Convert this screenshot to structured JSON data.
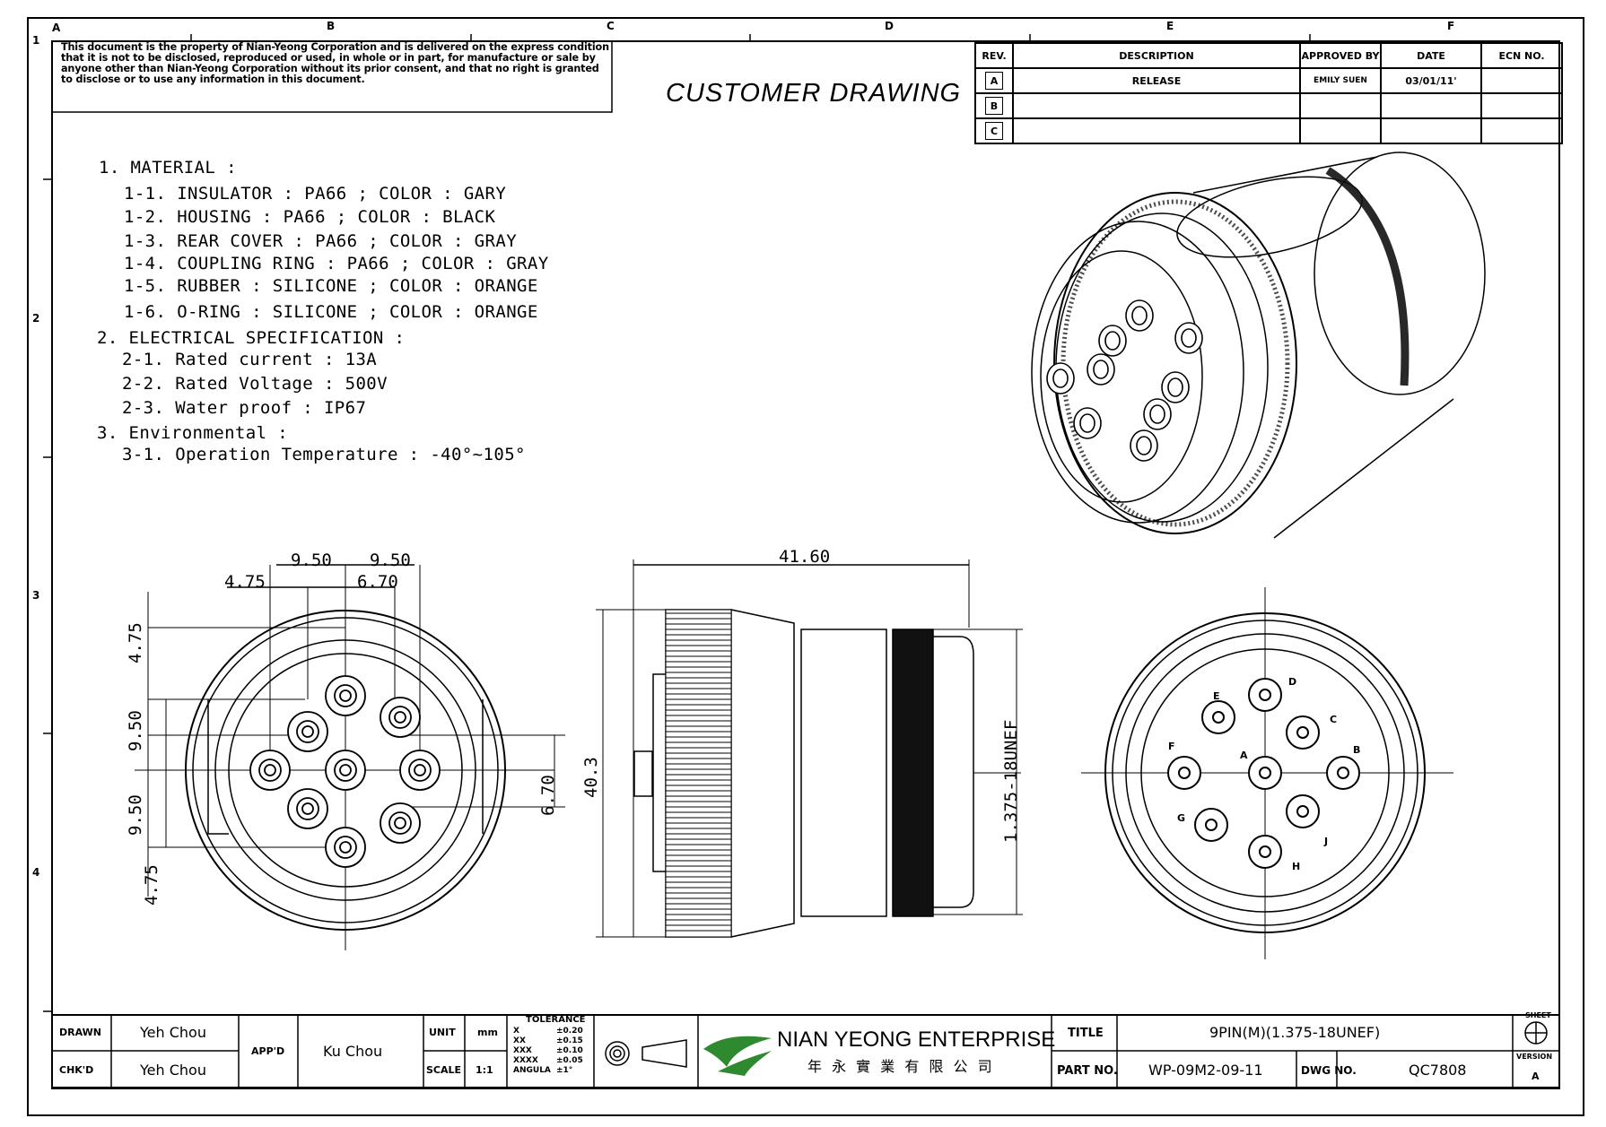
{
  "notice": "This document is the property of Nian-Yeong Corporation and is delivered on the express condition that it is not to be disclosed, reproduced or used, in whole or in part, for manufacture or sale by anyone other than Nian-Yeong Corporation without its prior consent, and that no right is granted to disclose or to use any information in this document.",
  "drawing_title": "CUSTOMER DRAWING",
  "zones": {
    "cols": [
      "A",
      "B",
      "C",
      "D",
      "E",
      "F"
    ],
    "rows": [
      "1",
      "2",
      "3",
      "4"
    ]
  },
  "revision_table": {
    "headers": [
      "REV.",
      "DESCRIPTION",
      "APPROVED BY",
      "DATE",
      "ECN NO."
    ],
    "rows": [
      {
        "rev": "A",
        "description": "RELEASE",
        "approved": "EMILY SUEN",
        "date": "03/01/11'",
        "ecn": ""
      },
      {
        "rev": "B",
        "description": "",
        "approved": "",
        "date": "",
        "ecn": ""
      },
      {
        "rev": "C",
        "description": "",
        "approved": "",
        "date": "",
        "ecn": ""
      }
    ]
  },
  "specs": [
    "1. MATERIAL :",
    "1-1. INSULATOR : PA66 ; COLOR : GARY",
    "1-2. HOUSING : PA66 ; COLOR : BLACK",
    "1-3. REAR COVER : PA66 ; COLOR : GRAY",
    "1-4. COUPLING RING : PA66 ; COLOR : GRAY",
    "1-5. RUBBER : SILICONE ; COLOR : ORANGE",
    "1-6. O-RING : SILICONE ; COLOR : ORANGE",
    "2. ELECTRICAL SPECIFICATION :",
    "2-1. Rated current : 13A",
    "2-2. Rated Voltage : 500V",
    "2-3. Water proof : IP67",
    "3. Environmental :",
    "3-1. Operation Temperature : -40°~105°"
  ],
  "dimensions": {
    "front": {
      "top_a": "9.50",
      "top_b": "9.50",
      "top_c": "4.75",
      "top_d": "6.70",
      "left_a": "4.75",
      "left_b": "9.50",
      "left_c": "9.50",
      "left_d": "4.75",
      "right": "6.70"
    },
    "side": {
      "width": "41.60",
      "height": "40.3",
      "thread": "1.375-18UNEF"
    }
  },
  "pin_labels": [
    "A",
    "B",
    "C",
    "D",
    "E",
    "F",
    "G",
    "H",
    "J"
  ],
  "title_block": {
    "drawn_label": "DRAWN",
    "drawn": "Yeh Chou",
    "chkd_label": "CHK'D",
    "chkd": "Yeh Chou",
    "appd_label": "APP'D",
    "appd": "Ku Chou",
    "unit_label": "UNIT",
    "unit": "mm",
    "scale_label": "SCALE",
    "scale": "1:1",
    "tolerance_title": "TOLERANCE",
    "tolerance": [
      [
        "X",
        "±0.20"
      ],
      [
        "XX",
        "±0.15"
      ],
      [
        "XXX",
        "±0.10"
      ],
      [
        "XXXX",
        "±0.05"
      ],
      [
        "ANGULA",
        "±1°"
      ]
    ],
    "company": "NIAN YEONG ENTERPRISE",
    "company_cn": "年 永 實 業 有 限 公 司",
    "title_label": "TITLE",
    "title": "9PIN(M)(1.375-18UNEF)",
    "partno_label": "PART NO.",
    "partno": "WP-09M2-09-11",
    "dwgno_label": "DWG NO.",
    "dwgno": "QC7808",
    "sheet_label": "SHEET",
    "version_label": "VERSION",
    "version": "A"
  }
}
